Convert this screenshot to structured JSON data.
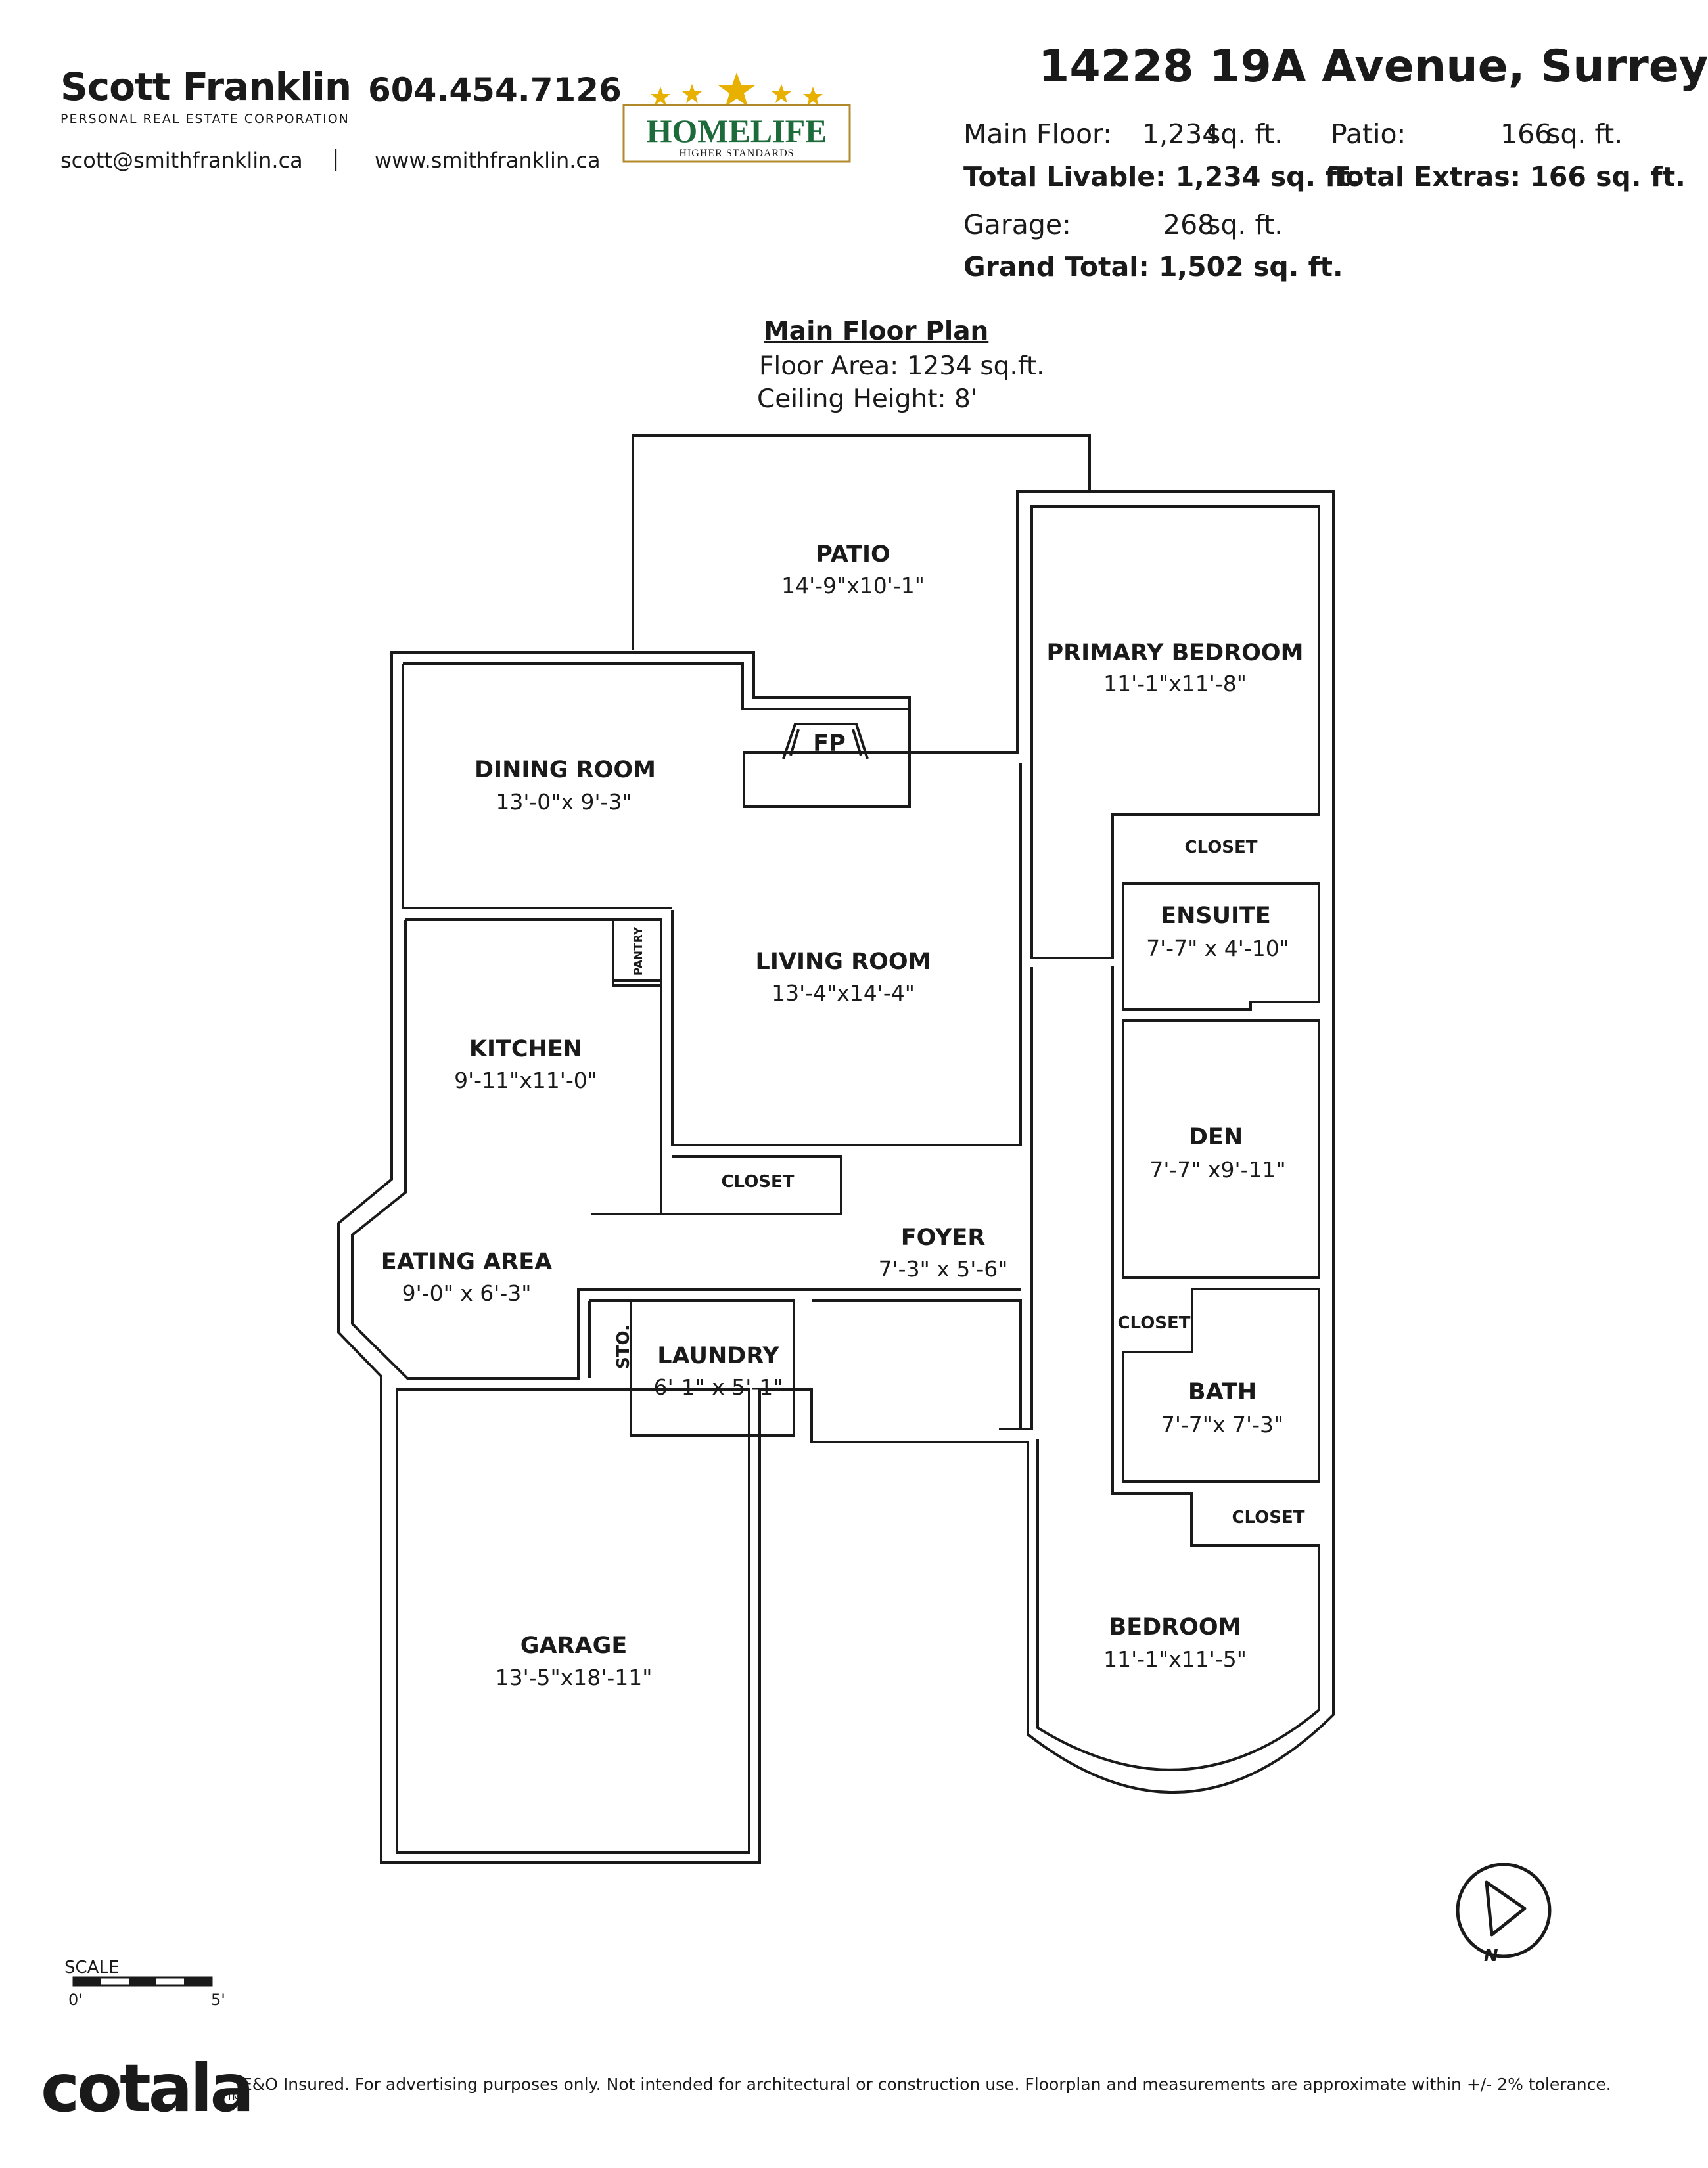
{
  "header": {
    "agent_name": "Scott Franklin",
    "agent_corp": "PERSONAL REAL ESTATE CORPORATION",
    "phone": "604.454.7126",
    "email": "scott@smithfranklin.ca",
    "separator": "|",
    "website": "www.smithfranklin.ca",
    "logo_brand": "HOMELIFE",
    "logo_tagline": "HIGHER STANDARDS"
  },
  "property": {
    "address": "14228 19A Avenue, Surrey",
    "main_floor_label": "Main Floor:",
    "main_floor_value": "1,234",
    "sqft": "sq. ft.",
    "patio_label": "Patio:",
    "patio_value": "166",
    "total_livable": "Total Livable: 1,234 sq. ft.",
    "total_extras": "Total Extras: 166 sq. ft.",
    "garage_label": "Garage:",
    "garage_value": "268",
    "grand_total": "Grand Total:  1,502 sq. ft."
  },
  "plan": {
    "title": "Main Floor Plan",
    "floor_area": "Floor Area: 1234 sq.ft.",
    "ceiling_height": "Ceiling Height: 8'"
  },
  "rooms": {
    "patio": {
      "name": "PATIO",
      "dim": "14'-9\"x10'-1\""
    },
    "primary_bedroom": {
      "name": "PRIMARY BEDROOM",
      "dim": "11'-1\"x11'-8\""
    },
    "fp": {
      "name": "FP"
    },
    "dining": {
      "name": "DINING ROOM",
      "dim": "13'-0\"x 9'-3\""
    },
    "closet_primary": {
      "name": "CLOSET"
    },
    "ensuite": {
      "name": "ENSUITE",
      "dim": "7'-7\" x 4'-10\""
    },
    "pantry": {
      "name": "PANTRY"
    },
    "living": {
      "name": "LIVING ROOM",
      "dim": "13'-4\"x14'-4\""
    },
    "kitchen": {
      "name": "KITCHEN",
      "dim": "9'-11\"x11'-0\""
    },
    "den": {
      "name": "DEN",
      "dim": "7'-7\" x9'-11\""
    },
    "closet_hall": {
      "name": "CLOSET"
    },
    "foyer": {
      "name": "FOYER",
      "dim": "7'-3\" x 5'-6\""
    },
    "eating": {
      "name": "EATING AREA",
      "dim": "9'-0\" x 6'-3\""
    },
    "closet_bath": {
      "name": "CLOSET"
    },
    "sto": {
      "name": "STO."
    },
    "laundry": {
      "name": "LAUNDRY",
      "dim": "6'-1\" x 5'-1\""
    },
    "bath": {
      "name": "BATH",
      "dim": "7'-7\"x 7'-3\""
    },
    "closet_bedroom": {
      "name": "CLOSET"
    },
    "garage": {
      "name": "GARAGE",
      "dim": "13'-5\"x18'-11\""
    },
    "bedroom": {
      "name": "BEDROOM",
      "dim": "11'-1\"x11'-5\""
    }
  },
  "compass": {
    "label": "N"
  },
  "scale": {
    "label": "SCALE",
    "start": "0'",
    "end": "5'"
  },
  "footer": {
    "brand": "cotala",
    "trademark": "TM",
    "disclaimer": "E&O Insured. For advertising purposes only. Not intended for architectural or construction use. Floorplan and measurements are approximate within +/- 2% tolerance."
  }
}
